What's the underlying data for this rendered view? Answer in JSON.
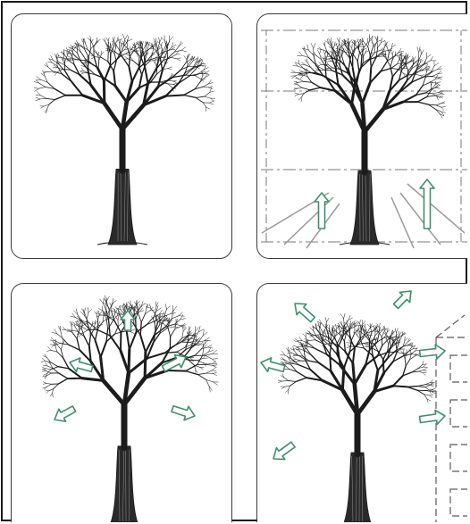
{
  "panels": [
    {
      "id": "p1",
      "name": "tree-panel-plain"
    },
    {
      "id": "p2",
      "name": "tree-panel-upward-growth"
    },
    {
      "id": "p3",
      "name": "tree-panel-inner-branches"
    },
    {
      "id": "p4",
      "name": "tree-panel-external-forces"
    }
  ],
  "colors": {
    "ink": "#1c1c1c",
    "arrow": "#3f8f6e",
    "guide": "#7a7a7a",
    "panel_border": "#3a3a3a",
    "background": "#ffffff"
  },
  "icons": [
    "tree-illustration",
    "arrow-icon"
  ]
}
